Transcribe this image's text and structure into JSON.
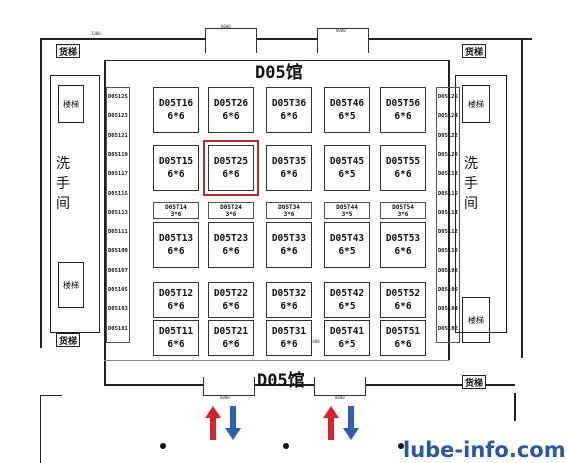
{
  "hall": {
    "title_top": "D05馆",
    "title_bottom": "D05馆"
  },
  "booths": [
    {
      "code": "D05T16",
      "size": "6*6"
    },
    {
      "code": "D05T26",
      "size": "6*6"
    },
    {
      "code": "D05T36",
      "size": "6*6"
    },
    {
      "code": "D05T46",
      "size": "6*5"
    },
    {
      "code": "D05T56",
      "size": "6*6"
    },
    {
      "code": "D05T15",
      "size": "6*6"
    },
    {
      "code": "D05T25",
      "size": "6*6"
    },
    {
      "code": "D05T35",
      "size": "6*6"
    },
    {
      "code": "D05T45",
      "size": "6*5"
    },
    {
      "code": "D05T55",
      "size": "6*6"
    },
    {
      "code": "D05T14",
      "size": "3*6"
    },
    {
      "code": "D05T24",
      "size": "3*6"
    },
    {
      "code": "D05T34",
      "size": "3*6"
    },
    {
      "code": "D05T44",
      "size": "3*5"
    },
    {
      "code": "D05T54",
      "size": "3*6"
    },
    {
      "code": "D05T13",
      "size": "6*6"
    },
    {
      "code": "D05T23",
      "size": "6*6"
    },
    {
      "code": "D05T33",
      "size": "6*6"
    },
    {
      "code": "D05T43",
      "size": "6*5"
    },
    {
      "code": "D05T53",
      "size": "6*6"
    },
    {
      "code": "D05T12",
      "size": "6*6"
    },
    {
      "code": "D05T22",
      "size": "6*6"
    },
    {
      "code": "D05T32",
      "size": "6*6"
    },
    {
      "code": "D05T42",
      "size": "6*5"
    },
    {
      "code": "D05T52",
      "size": "6*6"
    },
    {
      "code": "D05T11",
      "size": "6*6"
    },
    {
      "code": "D05T21",
      "size": "6*6"
    },
    {
      "code": "D05T31",
      "size": "6*6"
    },
    {
      "code": "D05T41",
      "size": "6*5"
    },
    {
      "code": "D05T51",
      "size": "6*6"
    }
  ],
  "highlighted_booth": "D05T25",
  "left_strip": [
    "D05125",
    "D05123",
    "D05121",
    "D05119",
    "D05117",
    "D05115",
    "D05113",
    "D05111",
    "D05109",
    "D05107",
    "D05105",
    "D05103",
    "D05101"
  ],
  "right_strip": [
    "D05126",
    "D05124",
    "D05122",
    "D05120",
    "D05118",
    "D05116",
    "D05114",
    "D05112",
    "D05110",
    "D05108",
    "D05106",
    "D05104",
    "D05102"
  ],
  "facilities": {
    "elevator": "货梯",
    "stairs": "楼梯",
    "toilet_chars": [
      "洗",
      "手",
      "间"
    ]
  },
  "dimensions": {
    "top_left": "2300",
    "top_center_left": "6000",
    "top_center_right": "8000",
    "bottom_left": "6000",
    "bottom_right": "8000",
    "aisle": "3400"
  },
  "colors": {
    "highlight": "#c0282d",
    "arrow_up": "#d8232a",
    "arrow_down": "#2d5fb5",
    "watermark": "#2a57a8"
  },
  "watermark": "lube-info.com"
}
